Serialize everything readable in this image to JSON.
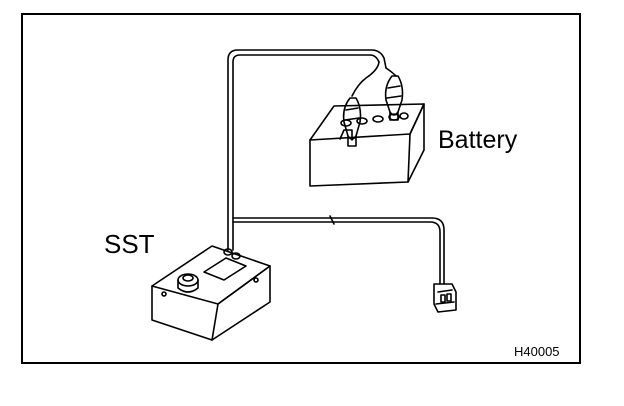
{
  "labels": {
    "battery": "Battery",
    "sst": "SST",
    "figure_code": "H40005"
  },
  "colors": {
    "ink": "#000000",
    "paper": "#ffffff"
  },
  "icons": [
    "battery-icon",
    "sst-tester-icon",
    "clip-icon",
    "connector-icon"
  ]
}
